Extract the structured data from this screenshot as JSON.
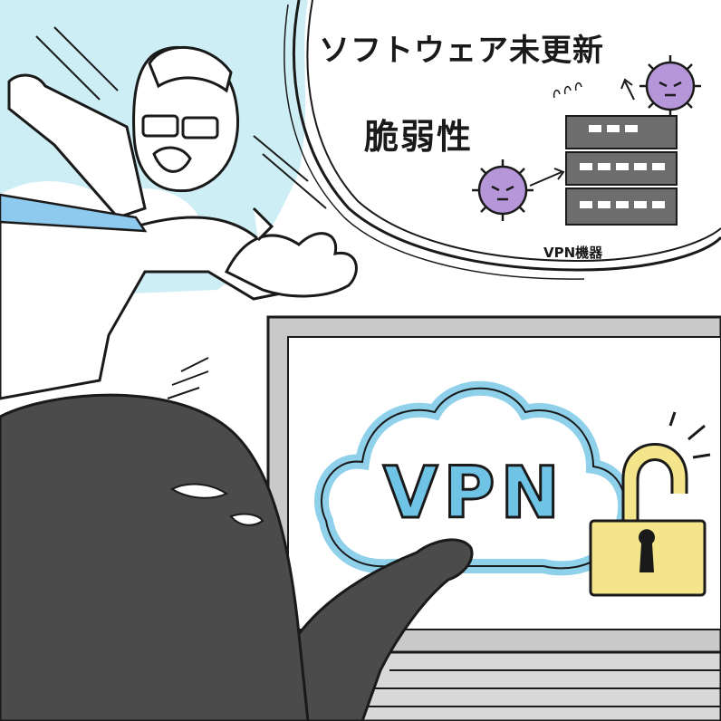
{
  "scene": {
    "thought_bubble": {
      "line1": "ソフトウェア未更新",
      "line2": "脆弱性",
      "device_label": "VPN機器"
    },
    "monitor": {
      "cloud_text": "VPN"
    }
  },
  "colors": {
    "sky": "#cdeef5",
    "tie": "#8ec9ee",
    "virus": "#b596d8",
    "server": "#6d6d6d",
    "cloud_outline": "#8fd0ea",
    "padlock": "#f4e58a",
    "intruder": "#4b4b4b"
  },
  "icons": [
    "virus-icon",
    "server-rack-icon",
    "cloud-icon",
    "unlocked-padlock-icon"
  ]
}
